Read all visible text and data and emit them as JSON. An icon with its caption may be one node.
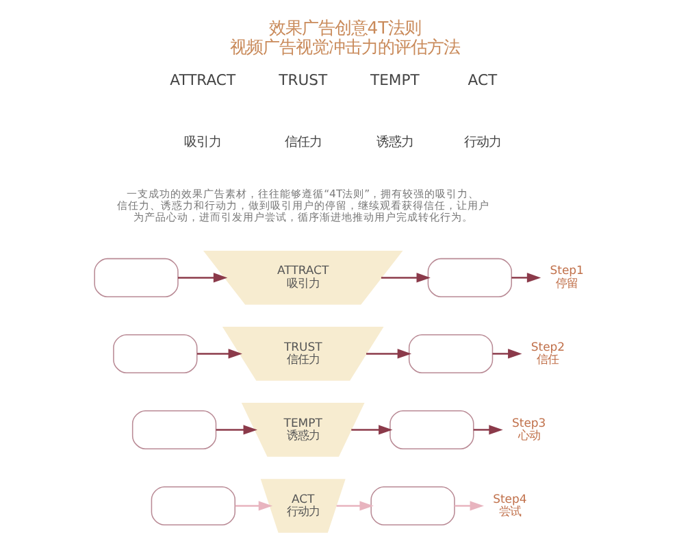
{
  "diagram": {
    "title": "效果广告创意4T法则",
    "caption": "视频广告视觉冲击力的评估方法",
    "nodes": [
      {
        "text": [
          "Step1",
          "停留"
        ]
      },
      {
        "text": [],
        "shape": "box"
      },
      {
        "text": [
          "ATTRACT",
          "吸引力"
        ]
      },
      {
        "text": [],
        "shape": "box"
      },
      {
        "text": [
          "Step2",
          "信任"
        ]
      },
      {
        "text": [],
        "shape": "box"
      },
      {
        "text": [
          "TRUST",
          "信任力"
        ]
      },
      {
        "text": [],
        "shape": "box"
      },
      {
        "text": [
          "Step3",
          "心动"
        ]
      },
      {
        "text": [],
        "shape": "box"
      },
      {
        "text": [
          "TEMPT",
          "诱惑力"
        ]
      },
      {
        "text": [],
        "shape": "box"
      },
      {
        "text": [
          "Step4",
          "尝试"
        ]
      },
      {
        "text": [],
        "shape": "box"
      },
      {
        "text": [
          "ACT",
          "行动力"
        ]
      },
      {
        "text": [],
        "shape": "box"
      }
    ],
    "edges": [
      {
        "from": 3,
        "to": 2,
        "arrow": "to"
      },
      {
        "from": 2,
        "to": 1,
        "arrow": "to"
      },
      {
        "from": 1,
        "to": 0,
        "arrow": "to"
      },
      {
        "from": 7,
        "to": 6,
        "arrow": "to"
      },
      {
        "from": 6,
        "to": 5,
        "arrow": "to"
      },
      {
        "from": 5,
        "to": 4,
        "arrow": "to"
      },
      {
        "from": 11,
        "to": 10,
        "arrow": "to"
      },
      {
        "from": 10,
        "to": 9,
        "arrow": "to"
      },
      {
        "from": 9,
        "to": 8,
        "arrow": "to"
      },
      {
        "from": 15,
        "to": 14,
        "arrow": "to",
        "color": "#e8b4bf"
      },
      {
        "from": 14,
        "to": 13,
        "arrow": "to",
        "color": "#e8b4bf"
      },
      {
        "from": 13,
        "to": 12,
        "arrow": "to",
        "color": "#e8b4bf"
      }
    ],
    "labels": [
      "ATTRACT",
      "TRUST",
      "TEMPT",
      "ACT",
      "吸引力",
      "信任力",
      "诱惑力",
      "行动力",
      "一支成功的效果广告素材，往往能够遵循“4T法则”，拥有较强的吸引力、信任力、诱惑力和行动力，做到吸引用户的停留，继续观看获得信任，让用户为产品心动，进而引发用户尝试，循序渐进地推动用户完成转化行为。"
    ]
  }
}
